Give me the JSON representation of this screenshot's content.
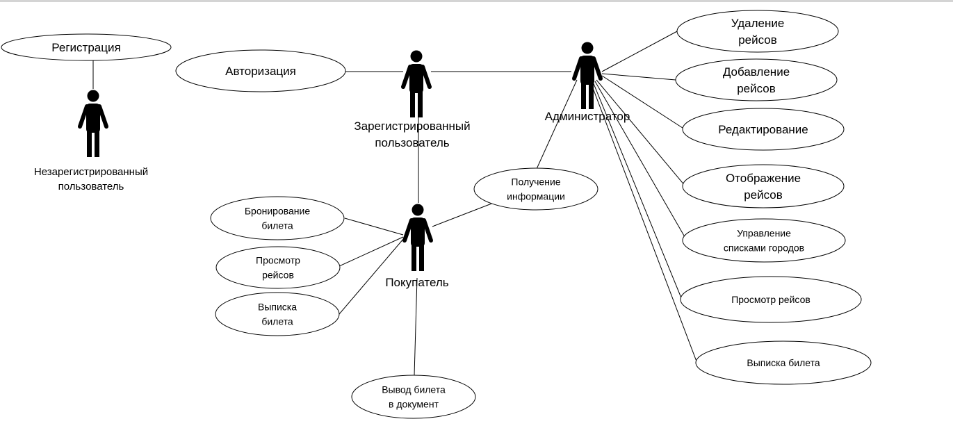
{
  "actors": {
    "unregistered": [
      "Незарегистрированный",
      "пользователь"
    ],
    "registered": [
      "Зарегистрированный",
      "пользователь"
    ],
    "admin": [
      "Администратор"
    ],
    "buyer": [
      "Покупатель"
    ]
  },
  "use_cases": {
    "registration": [
      "Регистрация"
    ],
    "authorization": [
      "Авторизация"
    ],
    "delete_flights": [
      "Удаление",
      "рейсов"
    ],
    "add_flights": [
      "Добавление",
      "рейсов"
    ],
    "editing": [
      "Редактирование"
    ],
    "display_flights": [
      "Отображение",
      "рейсов"
    ],
    "manage_city_lists": [
      "Управление",
      "списками городов"
    ],
    "admin_view_flights": [
      "Просмотр рейсов"
    ],
    "admin_issue_ticket": [
      "Выписка билета"
    ],
    "get_info": [
      "Получение",
      "информации"
    ],
    "book_ticket": [
      "Бронирование",
      "билета"
    ],
    "buyer_view_flights": [
      "Просмотр",
      "рейсов"
    ],
    "buyer_issue_ticket": [
      "Выписка",
      "билета"
    ],
    "ticket_to_document": [
      "Вывод билета",
      "в документ"
    ]
  },
  "associations": [
    [
      "unregistered",
      "registration"
    ],
    [
      "registered",
      "authorization"
    ],
    [
      "registered",
      "admin"
    ],
    [
      "registered",
      "buyer"
    ],
    [
      "admin",
      "delete_flights"
    ],
    [
      "admin",
      "add_flights"
    ],
    [
      "admin",
      "editing"
    ],
    [
      "admin",
      "display_flights"
    ],
    [
      "admin",
      "manage_city_lists"
    ],
    [
      "admin",
      "admin_view_flights"
    ],
    [
      "admin",
      "admin_issue_ticket"
    ],
    [
      "admin",
      "get_info"
    ],
    [
      "buyer",
      "get_info"
    ],
    [
      "buyer",
      "book_ticket"
    ],
    [
      "buyer",
      "buyer_view_flights"
    ],
    [
      "buyer",
      "buyer_issue_ticket"
    ],
    [
      "buyer",
      "ticket_to_document"
    ]
  ]
}
